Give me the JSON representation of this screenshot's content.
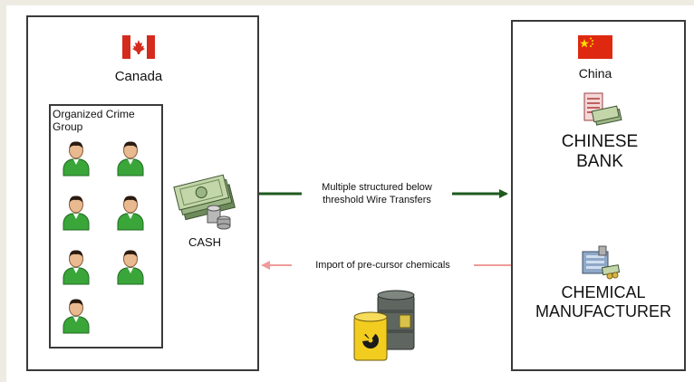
{
  "canada": {
    "country": "Canada",
    "group_label": "Organized Crime\nGroup",
    "cash_label": "CASH",
    "member_count": 7
  },
  "china": {
    "country": "China",
    "bank_label": "CHINESE\nBANK",
    "manufacturer_label": "CHEMICAL\nMANUFACTURER"
  },
  "flows": {
    "wire_transfer": "Multiple structured below\nthreshold Wire Transfers",
    "import": "Import of pre-cursor chemicals"
  },
  "colors": {
    "wire_arrow": "#1e5a1e",
    "import_arrow": "#f19a9a",
    "bank_link": "#f2c21a",
    "person": "#3aa63a"
  }
}
